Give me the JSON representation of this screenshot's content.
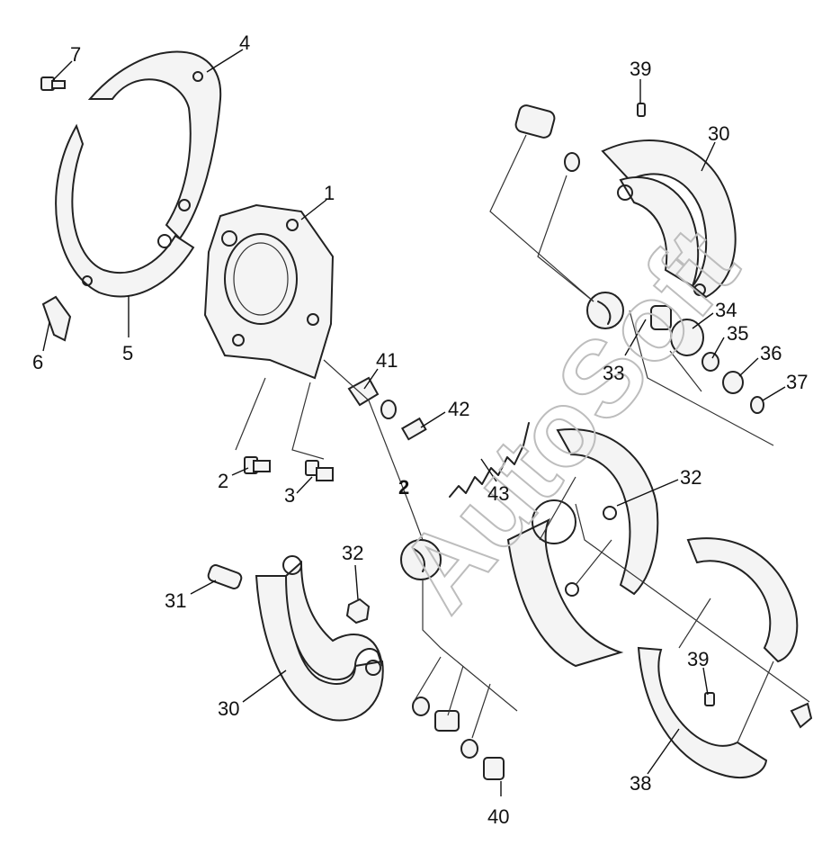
{
  "watermark": "AutoSoft",
  "callouts": [
    {
      "id": "7a",
      "text": "7"
    },
    {
      "id": "4a",
      "text": "4"
    },
    {
      "id": "39a",
      "text": "39"
    },
    {
      "id": "30a",
      "text": "30"
    },
    {
      "id": "1a",
      "text": "1"
    },
    {
      "id": "34a",
      "text": "34"
    },
    {
      "id": "35a",
      "text": "35"
    },
    {
      "id": "36a",
      "text": "36"
    },
    {
      "id": "37a",
      "text": "37"
    },
    {
      "id": "33a",
      "text": "33"
    },
    {
      "id": "6a",
      "text": "6"
    },
    {
      "id": "5a",
      "text": "5"
    },
    {
      "id": "41a",
      "text": "41"
    },
    {
      "id": "42a",
      "text": "42"
    },
    {
      "id": "2a",
      "text": "2"
    },
    {
      "id": "3a",
      "text": "3"
    },
    {
      "id": "2b",
      "text": "2"
    },
    {
      "id": "43a",
      "text": "43"
    },
    {
      "id": "32a",
      "text": "32"
    },
    {
      "id": "31a",
      "text": "31"
    },
    {
      "id": "32b",
      "text": "32"
    },
    {
      "id": "30b",
      "text": "30"
    },
    {
      "id": "39b",
      "text": "39"
    },
    {
      "id": "38a",
      "text": "38"
    },
    {
      "id": "40a",
      "text": "40"
    }
  ]
}
